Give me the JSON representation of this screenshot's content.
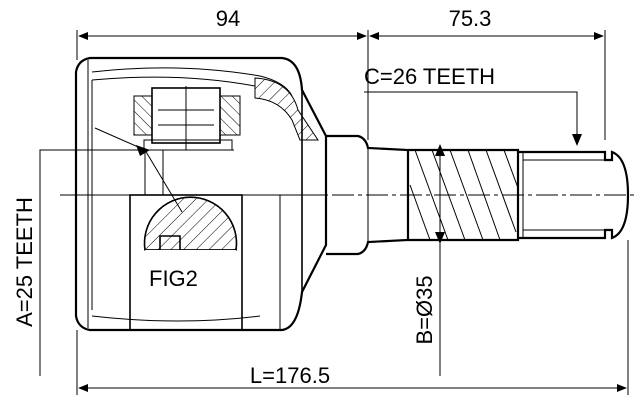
{
  "dimensions": {
    "housing_length": "94",
    "shaft_length": "75.3",
    "outer_teeth": "C=26 TEETH",
    "inner_teeth": "A=25 TEETH",
    "total_length": "L=176.5",
    "shaft_diameter": "B=Ø35"
  },
  "figure_label": "FIG2"
}
